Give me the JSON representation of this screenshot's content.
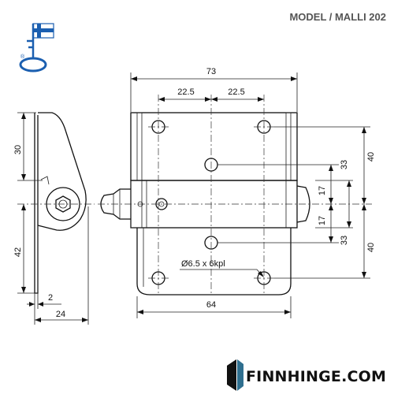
{
  "header": {
    "model_label": "MODEL / MALLI 202"
  },
  "brand": {
    "logo_text": "FINNHINGE.COM",
    "trademark": "®"
  },
  "colors": {
    "flag_blue": "#1b5fb0",
    "line": "#111111",
    "logo_teal": "#2f6f8f"
  },
  "dimensions": {
    "overall_width": "73",
    "hole_spacing_left": "22.5",
    "hole_spacing_right": "22.5",
    "bottom_width": "64",
    "hole_spec": "Ø6.5 x 6kpl",
    "right_upper_outer": "40",
    "right_upper_inner": "33",
    "right_upper_center": "17",
    "right_lower_center": "17",
    "right_lower_inner": "33",
    "right_lower_outer": "40",
    "left_upper": "30",
    "left_lower": "42",
    "side_thickness": "2",
    "side_width": "24"
  }
}
